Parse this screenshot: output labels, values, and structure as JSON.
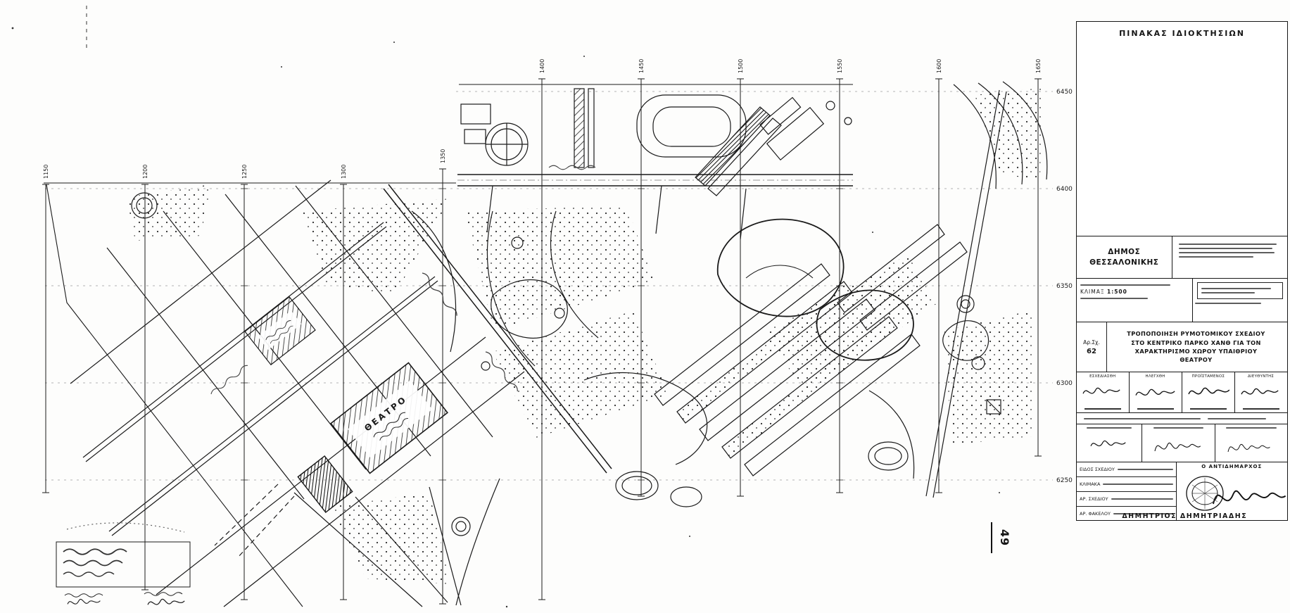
{
  "map": {
    "theater_label": "ΘΕΑΤΡΟ",
    "page_number": "49",
    "grid_top_labels": [
      "1150",
      "1200",
      "1250",
      "1300",
      "1350",
      "1400",
      "1450",
      "1500",
      "1550",
      "1600",
      "1650"
    ],
    "grid_right_labels": [
      "6450",
      "6400",
      "6350",
      "6300",
      "6250"
    ]
  },
  "title_block": {
    "header": "ΠΙΝΑΚΑΣ ΙΔΙΟΚΤΗΣΙΩΝ",
    "authority_line1": "ΔΗΜΟΣ",
    "authority_line2": "ΘΕΣΣΑΛΟΝΙΚΗΣ",
    "scale_label": "ΚΛΙΜΑΞ",
    "scale_value": "1:500",
    "drawing_no_label": "Αρ.Σχ.",
    "drawing_no_value": "62",
    "subject_line1": "ΤΡΟΠΟΠΟΙΗΣΗ ΡΥΜΟΤΟΜΙΚΟΥ ΣΧΕΔΙΟΥ",
    "subject_line2": "ΣΤΟ ΚΕΝΤΡΙΚΟ ΠΑΡΚΟ ΧΑΝΘ ΓΙΑ ΤΟΝ",
    "subject_line3": "ΧΑΡΑΚΤΗΡΙΣΜΟ ΧΩΡΟΥ ΥΠΑΙΘΡΙΟΥ",
    "subject_line4": "ΘΕΑΤΡΟΥ",
    "sig_headers": [
      "ΕΣΧΕΔΙΑΣΘΗ",
      "ΗΛΕΓΧΘΗ",
      "ΠΡΟΪΣΤΑΜΕΝΟΣ",
      "ΔΙΕΥΘΥΝΤΗΣ"
    ],
    "vice_mayor_label": "Ο ΑΝΤΙΔΗΜΑΡΧΟΣ",
    "approver_name": "ΔΗΜΗΤΡΙΟΣ ΔΗΜΗΤΡΙΑΔΗΣ",
    "meta_labels": [
      "ΕΙΔΟΣ ΣΧΕΔΙΟΥ",
      "ΚΛΙΜΑΚΑ",
      "ΑΡ. ΣΧΕΔΙΟΥ",
      "ΑΡ. ΦΑΚΕΛΟΥ"
    ]
  }
}
